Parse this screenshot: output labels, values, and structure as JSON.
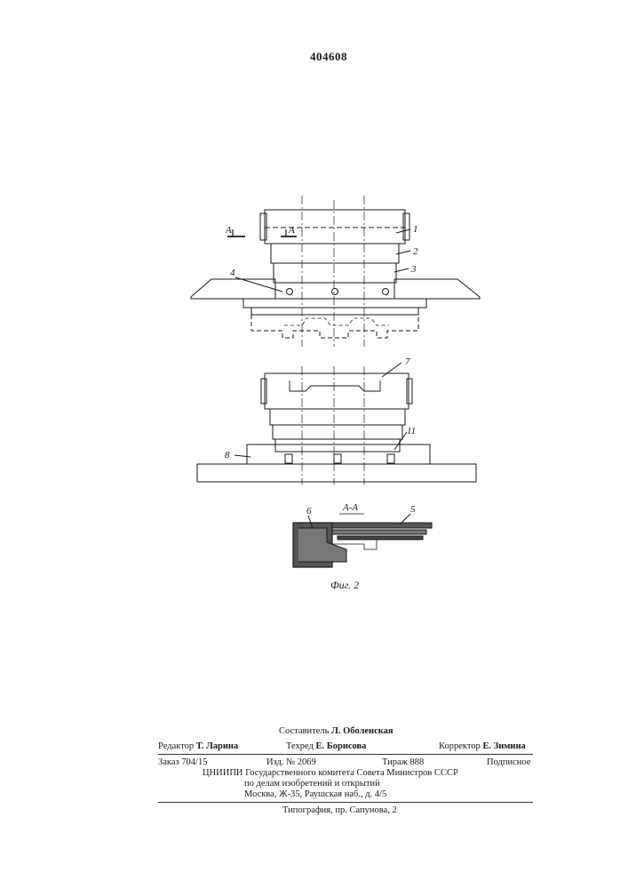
{
  "patent_number": "404608",
  "figure": {
    "caption": "Фиг. 2",
    "section_arrow_label": "A",
    "section_title": "A-A",
    "part_labels": [
      "1",
      "2",
      "3",
      "4",
      "7",
      "8",
      "11",
      "6",
      "5"
    ]
  },
  "credits": {
    "compiler_role": "Составитель",
    "compiler_name": "Л. Оболенская",
    "editor_role": "Редактор",
    "editor_name": "Т. Ларина",
    "techred_role": "Техред",
    "techred_name": "Е. Борисова",
    "corrector_role": "Корректор",
    "corrector_name": "Е. Зимина",
    "order": "Заказ 704/15",
    "edition": "Изд. № 2069",
    "print_run": "Тираж 888",
    "subscription": "Подписное",
    "institute_line1": "ЦНИИПИ Государственного комитета Совета Министров СССР",
    "institute_line2": "по делам изобретений и открытий",
    "institute_line3": "Москва, Ж-35, Раушская наб., д. 4/5",
    "printing_house": "Типография, пр. Сапунова, 2"
  }
}
